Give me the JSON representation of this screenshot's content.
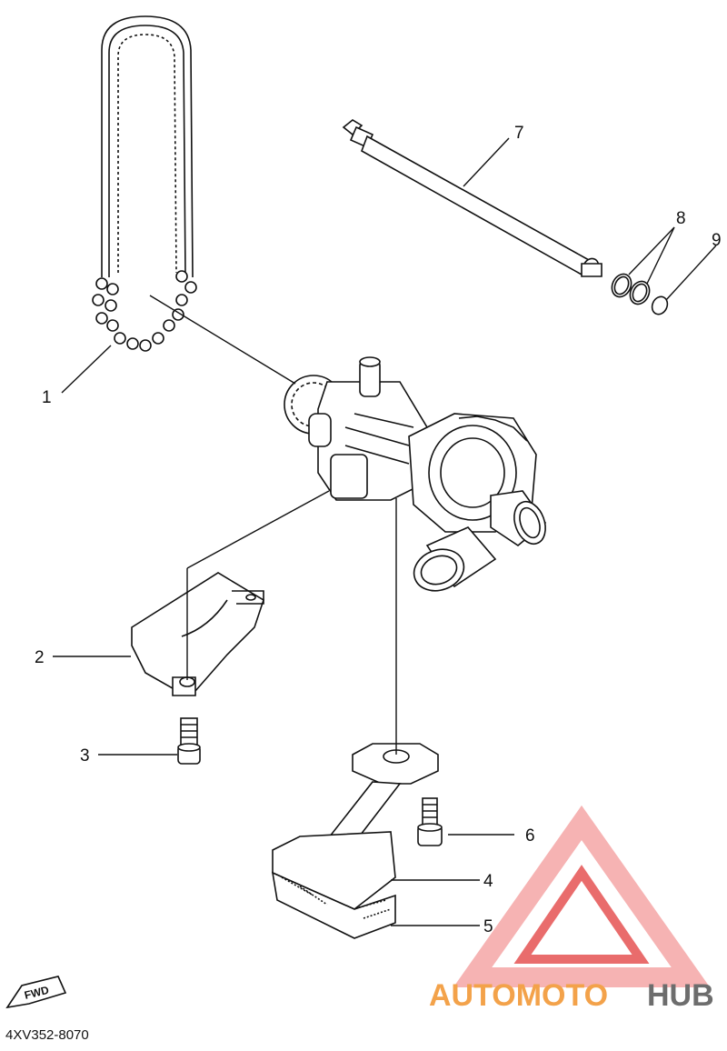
{
  "diagram": {
    "callouts": [
      {
        "id": "1",
        "label": "1"
      },
      {
        "id": "2",
        "label": "2"
      },
      {
        "id": "3",
        "label": "3"
      },
      {
        "id": "4",
        "label": "4"
      },
      {
        "id": "5",
        "label": "5"
      },
      {
        "id": "6",
        "label": "6"
      },
      {
        "id": "7",
        "label": "7"
      },
      {
        "id": "8",
        "label": "8"
      },
      {
        "id": "9",
        "label": "9"
      }
    ],
    "fwd_label": "FWD",
    "diagram_code": "4XV352-8070"
  },
  "watermark": {
    "text_left": "AUTOMOTO",
    "text_right": "HUB",
    "colors": {
      "red": "#e23b3b",
      "orange": "#f3a24a",
      "gray": "#6d6d6d",
      "light_red": "#f5a6a6"
    }
  }
}
